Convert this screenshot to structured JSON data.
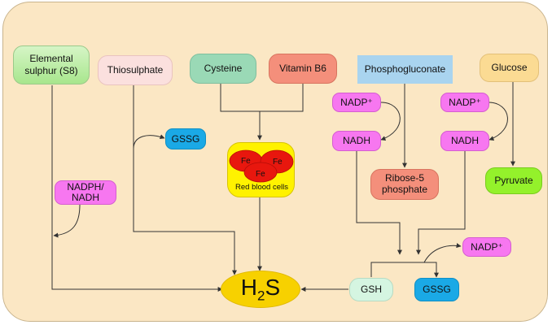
{
  "nodes": {
    "elemental_sulphur": "Elemental sulphur (S8)",
    "thiosulphate": "Thiosulphate",
    "cysteine": "Cysteine",
    "vitamin_b6": "Vitamin B6",
    "phosphogluconate": "Phosphogluconate",
    "glucose": "Glucose",
    "nadp_left": "NADP⁺",
    "nadp_right": "NADP⁺",
    "nadp_bottom": "NADP⁺",
    "gssg_top": "GSSG",
    "gssg_bottom": "GSSG",
    "nadh_left": "NADH",
    "nadh_right": "NADH",
    "nadph_nadh": "NADPH/ NADH",
    "ribose_5_phosphate": "Ribose-5 phosphate",
    "pyruvate": "Pyruvate",
    "gsh": "GSH"
  },
  "red_blood_cells": {
    "label": "Red blood cells",
    "cell_text": "Fe"
  },
  "h2s": {
    "main": "H",
    "subscript": "2",
    "tail": "S"
  },
  "colors": {
    "background": "#fbe7c4",
    "nadp_nadh": "#f777f0",
    "gssg": "#1aa9e6",
    "red_cell": "#e8170e",
    "h2s": "#f7d100",
    "arrow": "#333333"
  }
}
